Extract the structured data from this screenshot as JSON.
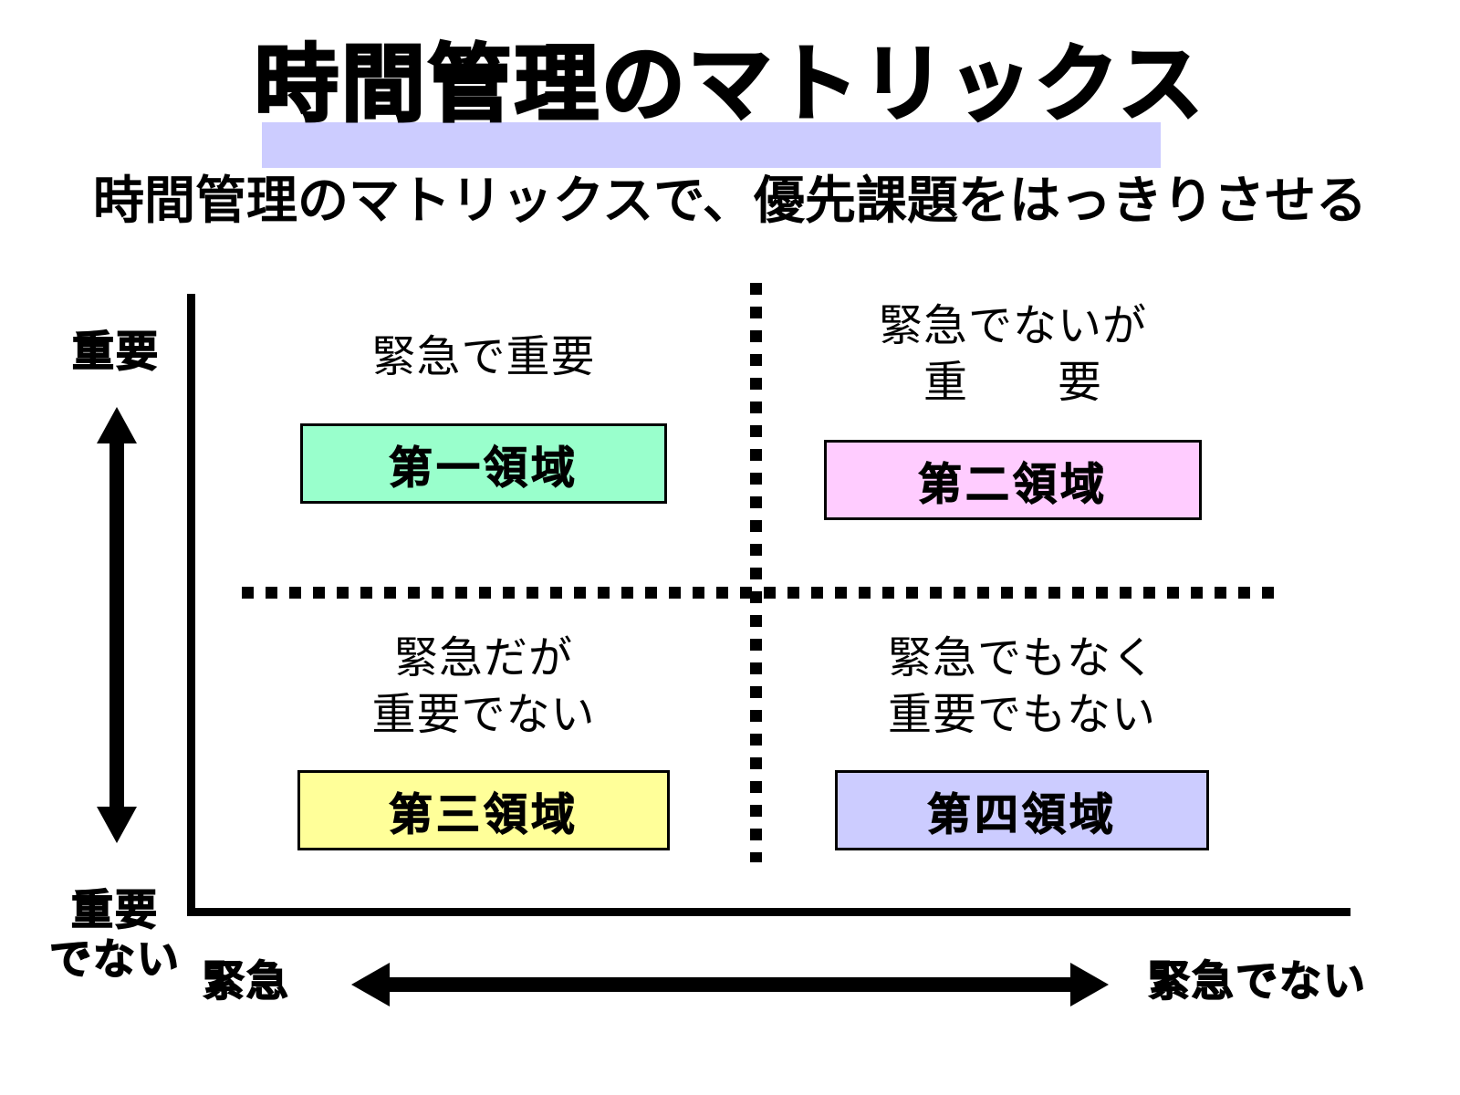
{
  "title": {
    "text": "時間管理のマトリックス",
    "highlight_color": "#ccccff"
  },
  "subtitle": {
    "text": "時間管理のマトリックスで、優先課題をはっきりさせる"
  },
  "axes": {
    "vertical": {
      "top_label": "重要",
      "bottom_label_line1": "重要",
      "bottom_label_line2": "でない",
      "arrow": "double-headed-vertical-arrow"
    },
    "horizontal": {
      "left_label": "緊急",
      "right_label": "緊急でない",
      "arrow": "double-headed-horizontal-arrow"
    }
  },
  "quadrants": [
    {
      "id": "q1",
      "caption": "緊急で重要",
      "box_label": "第一領域",
      "box_color": "#99ffcc"
    },
    {
      "id": "q2",
      "caption": "緊急でないが\n重　　要",
      "box_label": "第二領域",
      "box_color": "#ffccff"
    },
    {
      "id": "q3",
      "caption": "緊急だが\n重要でない",
      "box_label": "第三領域",
      "box_color": "#ffff99"
    },
    {
      "id": "q4",
      "caption": "緊急でもなく\n重要でもない",
      "box_label": "第四領域",
      "box_color": "#ccccff"
    }
  ]
}
